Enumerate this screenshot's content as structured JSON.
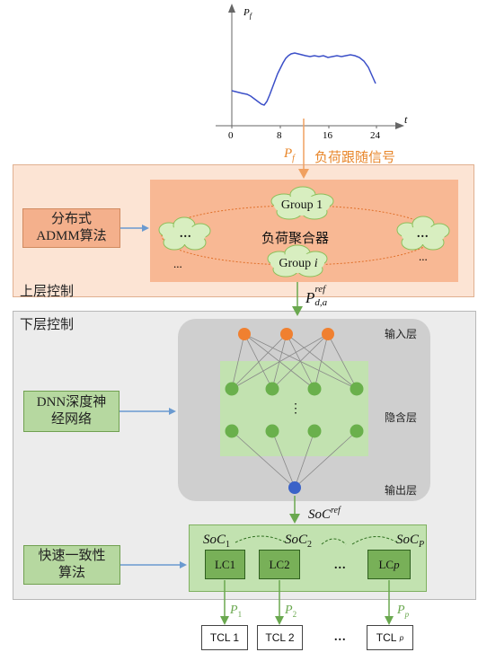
{
  "plot": {
    "y_label": "P",
    "y_label_sub": "f",
    "x_label": "t",
    "x_ticks": [
      "0",
      "8",
      "16",
      "24"
    ]
  },
  "signal": {
    "symbol": "P",
    "symbol_sub": "f",
    "label": "负荷跟随信号"
  },
  "upper": {
    "title": "上层控制",
    "admm_line1": "分布式",
    "admm_line2": "ADMM算法",
    "aggregator": "负荷聚合器",
    "group1_text": "Group 1",
    "groupi_text": "Group ",
    "groupi_index": "i",
    "cloud_left": "...",
    "cloud_right": "...",
    "dots_left": "...",
    "dots_right": "..."
  },
  "arrow_pref": {
    "base": "P",
    "sup": "ref",
    "sub": "d,a"
  },
  "lower": {
    "title": "下层控制",
    "dnn_line1": "DNN深度神",
    "dnn_line2": "经网络",
    "input_layer": "输入层",
    "hidden_layer": "隐含层",
    "output_layer": "输出层",
    "hidden_dots": "⋮",
    "soc_ref_base": "SoC",
    "soc_ref_sup": "ref",
    "fast_line1": "快速一致性",
    "fast_line2": "算法",
    "soc_base": "SoC",
    "soc1_sub": "1",
    "soc2_sub": "2",
    "socp_sub": "P",
    "lc1_base": "LC",
    "lc1_sub": "1",
    "lc2_base": "LC",
    "lc2_sub": "2",
    "lcp_base": "LC",
    "lcp_sub": "p",
    "lc_dots": "..."
  },
  "tcl": {
    "p_base": "P",
    "p1_sub": "1",
    "p2_sub": "2",
    "pp_sub": "p",
    "tcl1": "TCL 1",
    "tcl2": "TCL 2",
    "tclp_base": "TCL",
    "tclp_sub": "p",
    "dots": "..."
  },
  "colors": {
    "orange_accent": "#e8862a",
    "green_accent": "#6aa84f",
    "input_node": "#f08030",
    "hidden_node": "#6ab04c",
    "output_node": "#3a62c8",
    "curve": "#3b4fc8"
  }
}
